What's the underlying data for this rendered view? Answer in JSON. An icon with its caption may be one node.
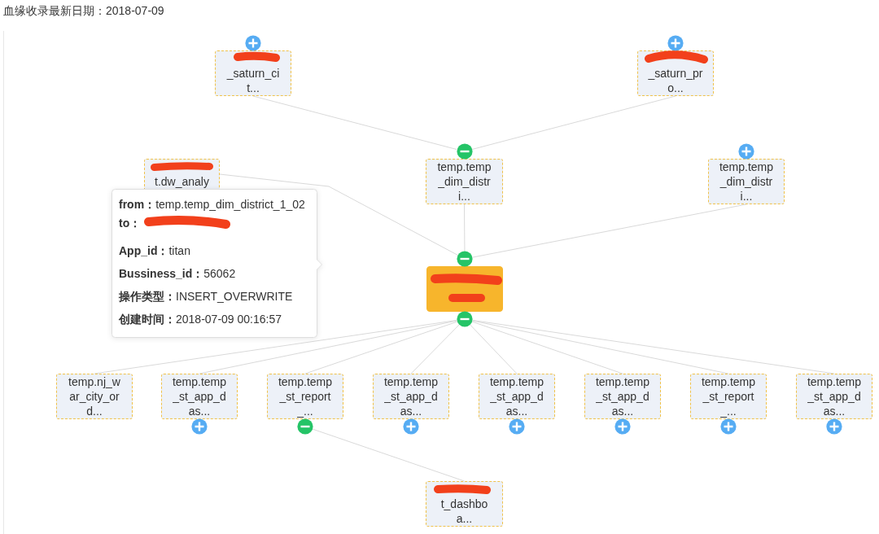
{
  "diagram": {
    "title": "血缘收录最新日期：2018-07-09",
    "nodes": [
      {
        "text": [
          "_saturn_ci t..."
        ]
      },
      {
        "text": [
          "_saturn_pr o..."
        ]
      },
      {
        "text": [
          "t.dw_analy"
        ]
      },
      {
        "text": [
          "temp.temp _dim_distr i..."
        ]
      },
      {
        "text": [
          "temp.temp _dim_distr i..."
        ]
      },
      {
        "text": [
          "**from：**temp.temp_dim_district_1_02",
          "to：",
          "**App_id：**titan",
          "**Bussiness_id：**56062",
          "**操作类型：**INSERT_OVERWRITE",
          "**创建时间：**2018-07-09 00:16:57"
        ]
      },
      {
        "text": [],
        "shape": "box"
      },
      {
        "text": [
          "temp.nj_w ar_city_or d..."
        ]
      },
      {
        "text": [
          "temp.temp _st_app_d as..."
        ]
      },
      {
        "text": [
          "temp.temp _st_report _..."
        ]
      },
      {
        "text": [
          "temp.temp _st_app_d as..."
        ]
      },
      {
        "text": [
          "temp.temp _st_app_d as..."
        ]
      },
      {
        "text": [
          "temp.temp _st_app_d as..."
        ]
      },
      {
        "text": [
          "temp.temp _st_report _..."
        ]
      },
      {
        "text": [
          "temp.temp _st_app_d as..."
        ]
      },
      {
        "text": [
          "t_dashbo a..."
        ]
      }
    ],
    "edges": [
      {
        "from": 0,
        "to": 3,
        "arrow": "none"
      },
      {
        "from": 1,
        "to": 3,
        "arrow": "none"
      },
      {
        "from": 2,
        "to": 6,
        "arrow": "none"
      },
      {
        "from": 3,
        "to": 6,
        "arrow": "none"
      },
      {
        "from": 4,
        "to": 6,
        "arrow": "none"
      },
      {
        "from": 6,
        "to": 7,
        "arrow": "none"
      },
      {
        "from": 6,
        "to": 8,
        "arrow": "none"
      },
      {
        "from": 6,
        "to": 9,
        "arrow": "none"
      },
      {
        "from": 6,
        "to": 10,
        "arrow": "none"
      },
      {
        "from": 6,
        "to": 11,
        "arrow": "none"
      },
      {
        "from": 6,
        "to": 12,
        "arrow": "none"
      },
      {
        "from": 6,
        "to": 13,
        "arrow": "none"
      },
      {
        "from": 6,
        "to": 14,
        "arrow": "none"
      },
      {
        "from": 9,
        "to": 15,
        "arrow": "none"
      }
    ]
  }
}
